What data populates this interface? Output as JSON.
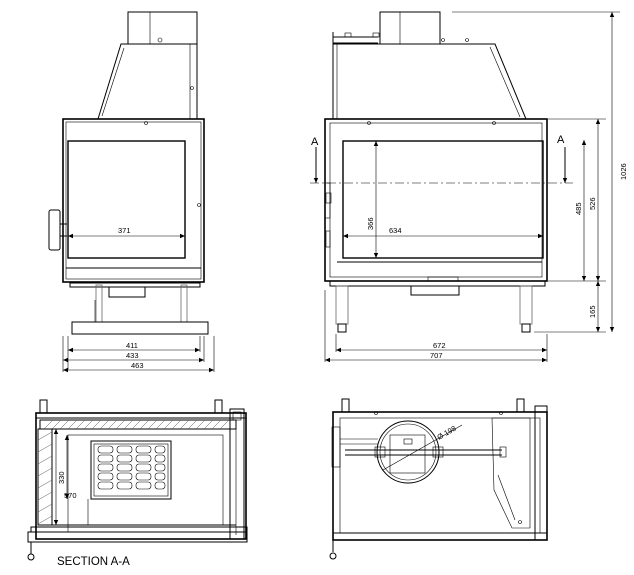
{
  "front_view": {
    "dims": {
      "glass_width": "371",
      "width_a": "411",
      "width_b": "433",
      "width_c": "463"
    }
  },
  "side_view": {
    "section_mark_left": "A",
    "section_mark_right": "A",
    "dims": {
      "glass_height": "366",
      "glass_width": "634",
      "height_a": "485",
      "height_b": "526",
      "total_height": "1026",
      "leg_height": "165",
      "width_a": "672",
      "width_b": "707"
    }
  },
  "section_view": {
    "label": "SECTION A-A",
    "dims": {
      "inner_height": "330",
      "depth": "570"
    }
  },
  "top_view": {
    "dims": {
      "diameter": "Ø 198"
    }
  }
}
